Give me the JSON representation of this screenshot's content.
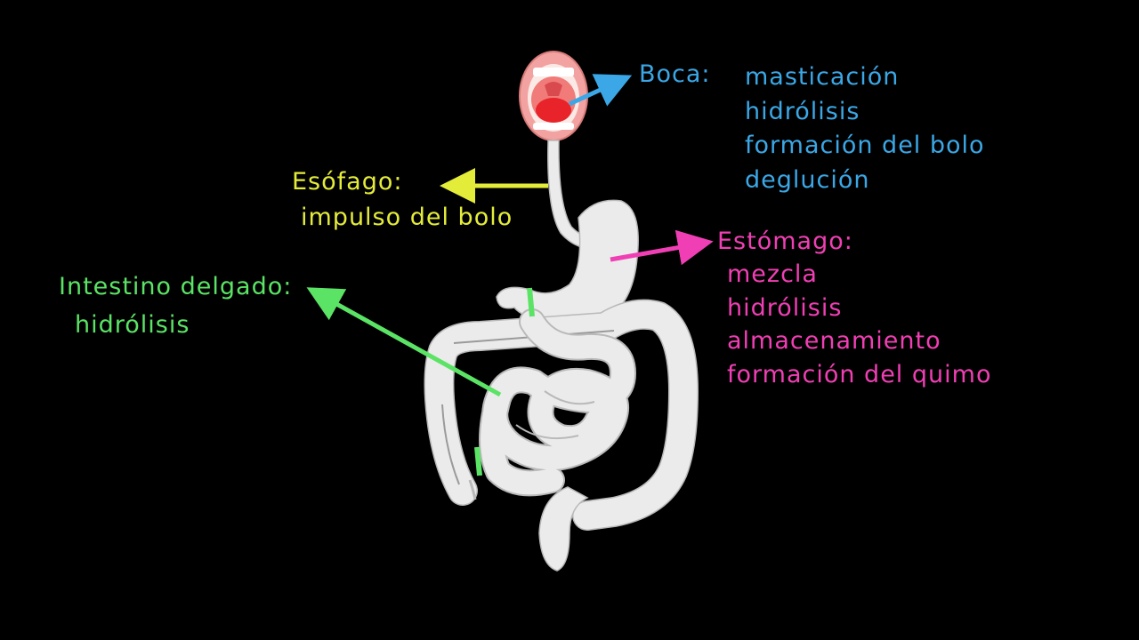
{
  "labels": {
    "boca": {
      "title": "Boca:",
      "items": [
        "masticación",
        "hidrólisis",
        "formación del bolo",
        "deglución"
      ],
      "color": "#3ba7e6"
    },
    "esofago": {
      "title": "Esófago:",
      "items": [
        "impulso del bolo"
      ],
      "color": "#e4ec3a"
    },
    "estomago": {
      "title": "Estómago:",
      "items": [
        "mezcla",
        "hidrólisis",
        "almacenamiento",
        "formación del quimo"
      ],
      "color": "#f03fb4"
    },
    "intestino_delgado": {
      "title": "Intestino delgado:",
      "items": [
        "hidrólisis"
      ],
      "color": "#5be365"
    }
  },
  "colors": {
    "background": "#000000",
    "organ": "#ebebeb",
    "organ_outline": "#b9b9b9",
    "mouth_lips": "#f2a3a1",
    "mouth_inner": "#e8232a"
  }
}
